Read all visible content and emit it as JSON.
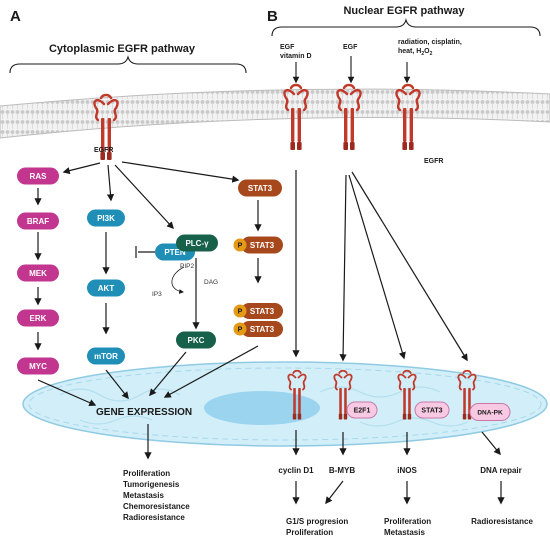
{
  "panels": {
    "a_letter": "A",
    "b_letter": "B",
    "a_title": "Cytoplasmic EGFR pathway",
    "b_title": "Nuclear EGFR pathway"
  },
  "stimuli": {
    "egf_vitd_line1": "EGF",
    "egf_vitd_line2": "vitamin D",
    "egf": "EGF",
    "stress_line1": "radiation, cisplatin,",
    "stress_line2": "heat, H",
    "stress_sub": "2",
    "stress_o": "O",
    "stress_sub2": "2"
  },
  "receptor_labels": {
    "egfr_left": "EGFR",
    "egfr_right": "EGFR"
  },
  "cytoplasmic": {
    "ras_branch": [
      "RAS",
      "BRAF",
      "MEK",
      "ERK",
      "MYC"
    ],
    "pi3k_branch": [
      "PI3K",
      "AKT",
      "mTOR"
    ],
    "pten": "PTEN",
    "plc": "PLC-γ",
    "pip2": "PIP2",
    "dag": "DAG",
    "ip3": "IP3",
    "pkc": "PKC",
    "stat3": "STAT3",
    "phospho": "P"
  },
  "gene_expression": "GENE EXPRESSION",
  "cyto_outcomes": [
    "Proliferation",
    "Tumorigenesis",
    "Metastasis",
    "Chemoresistance",
    "Radioresistance"
  ],
  "nuclear": {
    "partners": [
      "E2F1",
      "STAT3",
      "DNA-PK"
    ],
    "targets": [
      "cyclin D1",
      "B-MYB",
      "iNOS",
      "DNA repair"
    ],
    "outcome_g1s_line1": "G1/S progresion",
    "outcome_g1s_line2": "Proliferation",
    "outcome_inos_line1": "Proliferation",
    "outcome_inos_line2": "Metastasis",
    "outcome_dna": "Radioresistance"
  },
  "colors": {
    "ras_branch": "#c2368f",
    "pi3k_branch": "#1f8fb8",
    "plc_branch": "#17604a",
    "stat3": "#a7481c",
    "phospho": "#e39a14",
    "nuclear_partner": "#f7c9e3",
    "receptor": "#c0392b",
    "membrane": "#d6d6d6",
    "nucleus": "#d2eef8"
  }
}
